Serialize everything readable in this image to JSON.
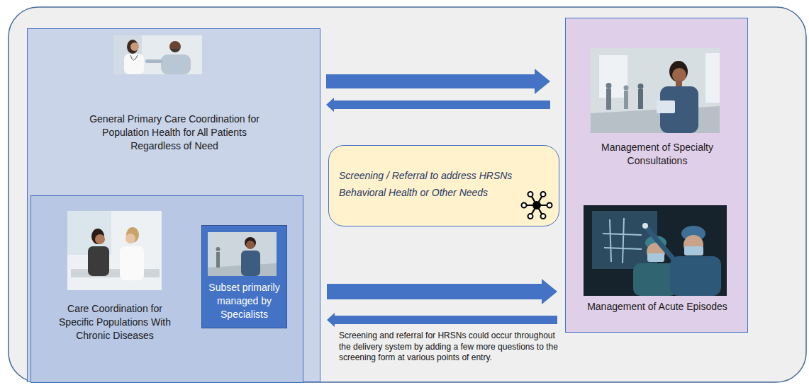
{
  "diagram": {
    "nodes": [
      {
        "text": [
          "General Primary Care Coordination for Population Health for All Patients Regardless of Need"
        ]
      },
      {
        "text": [
          "Care Coordination for Specific Populations With Chronic Diseases"
        ],
        "in": 0
      },
      {
        "text": [
          "Subset primarily managed by Specialists"
        ],
        "in": 1
      },
      {
        "text": [
          "Screening / Referral to address HRSNs Behavioral Health or Other Needs"
        ]
      },
      {
        "text": []
      },
      {
        "text": [
          "Management of Specialty Consultations"
        ],
        "in": 4
      },
      {
        "text": [
          "Management of Acute Episodes"
        ],
        "in": 4
      }
    ],
    "edges": [
      {
        "from": 0,
        "to": 5,
        "arrow": "to"
      },
      {
        "from": 5,
        "to": 0,
        "arrow": "to"
      },
      {
        "from": 1,
        "to": 6,
        "arrow": "to"
      },
      {
        "from": 6,
        "to": 1,
        "arrow": "to"
      }
    ],
    "labels": [
      "Screening and referral for HRSNs could occur throughout the delivery system by adding a few more questions to the screening form at various points of entry."
    ]
  }
}
